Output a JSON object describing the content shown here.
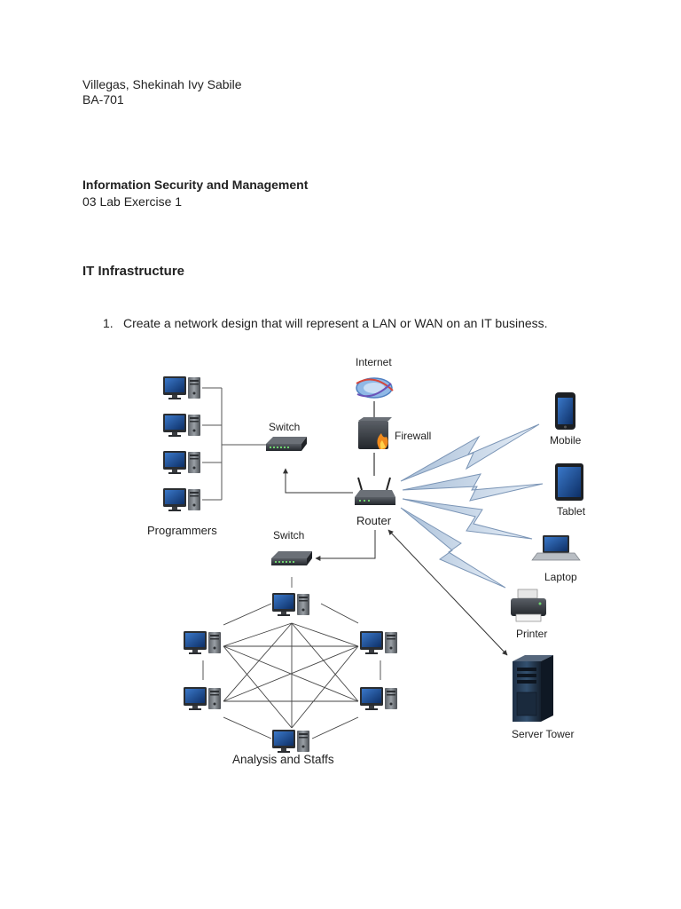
{
  "header": {
    "author": "Villegas, Shekinah Ivy Sabile",
    "section": "BA-701"
  },
  "course": {
    "title": "Information Security and Management",
    "exercise": "03 Lab Exercise 1"
  },
  "heading": "IT Infrastructure",
  "question": {
    "number": "1.",
    "text": "Create a network design that will represent a LAN or WAN on an IT business."
  },
  "diagram": {
    "labels": {
      "internet": "Internet",
      "firewall": "Firewall",
      "router": "Router",
      "switch_top": "Switch",
      "switch_bottom": "Switch",
      "programmers": "Programmers",
      "mobile": "Mobile",
      "tablet": "Tablet",
      "laptop": "Laptop",
      "printer": "Printer",
      "server": "Server Tower",
      "analysis": "Analysis and Staffs"
    }
  }
}
